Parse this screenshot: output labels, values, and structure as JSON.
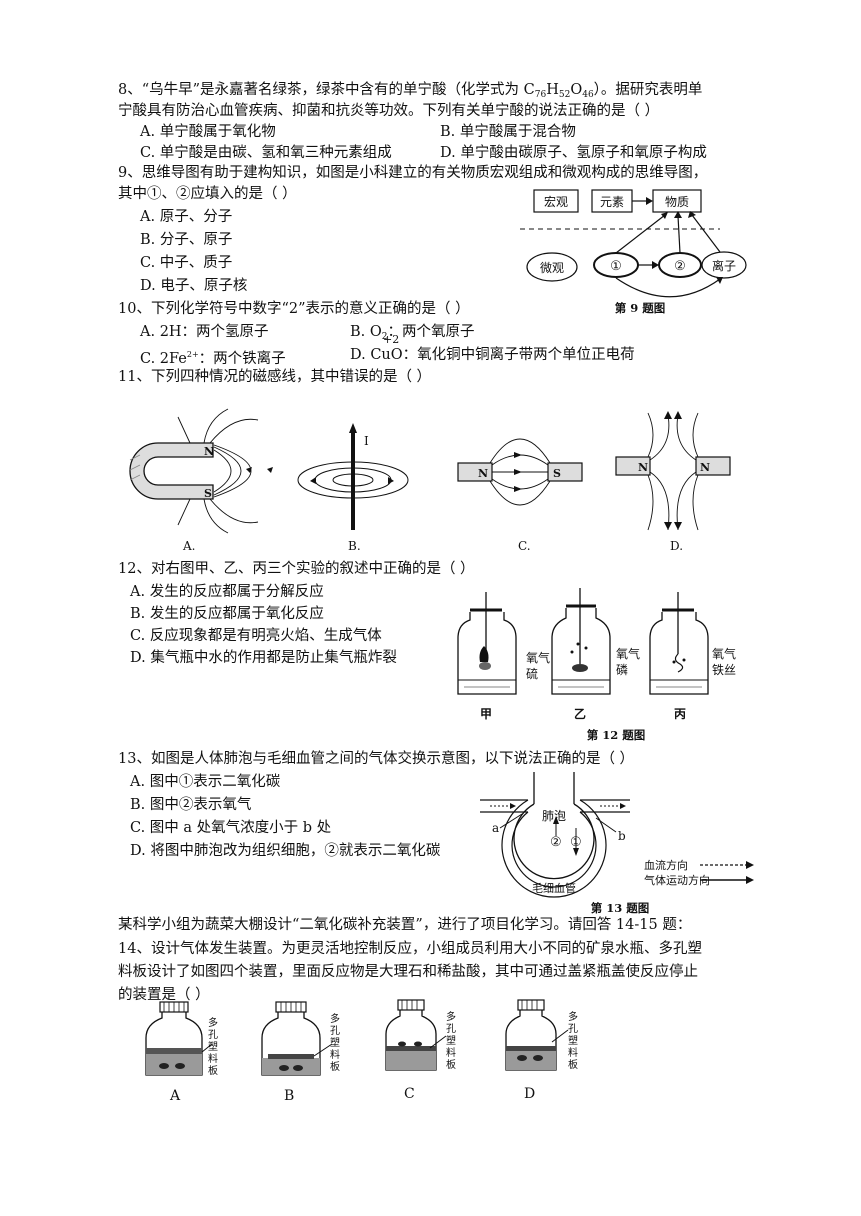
{
  "q8": {
    "line1": "8、“乌牛早”是永嘉著名绿茶，绿茶中含有的单宁酸（化学式为 C",
    "sub1": "76",
    "mid1": "H",
    "sub2": "52",
    "mid2": "O",
    "sub3": "46",
    "tail1": "）。据研究表明单",
    "line2": "宁酸具有防治心血管疾病、抑菌和抗炎等功效。下列有关单宁酸的说法正确的是（    ）",
    "A": "A. 单宁酸属于氧化物",
    "B": "B. 单宁酸属于混合物",
    "C": "C. 单宁酸是由碳、氢和氧三种元素组成",
    "D": "D. 单宁酸由碳原子、氢原子和氧原子构成"
  },
  "q9": {
    "line1": "9、思维导图有助于建构知识，如图是小科建立的有关物质宏观组成和微观构成的思维导图，",
    "line2": "其中①、②应填入的是（    ）",
    "A": "A. 原子、分子",
    "B": "B. 分子、原子",
    "C": "C. 中子、质子",
    "D": "D. 电子、原子核",
    "fig": {
      "macro": "宏观",
      "element": "元素",
      "substance": "物质",
      "micro": "微观",
      "c1": "①",
      "c2": "②",
      "ion": "离子",
      "caption": "第 9 题图"
    }
  },
  "q10": {
    "line1": "10、下列化学符号中数字“2”表示的意义正确的是（    ）",
    "A": "A. 2H：两个氢原子",
    "B_pre": "B. O",
    "B_sub": "2",
    "B_post": "：两个氧原子",
    "C_pre": "C. 2Fe",
    "C_sup": "2+",
    "C_post": "：两个铁离子",
    "D_above": "+2",
    "D": "D. CuO：氧化铜中铜离子带两个单位正电荷"
  },
  "q11": {
    "line1": "11、下列四种情况的磁感线，其中错误的是（    ）",
    "labels": [
      "A.",
      "B.",
      "C.",
      "D."
    ],
    "N": "N",
    "S": "S",
    "I": "I"
  },
  "q12": {
    "line1": "12、对右图甲、乙、丙三个实验的叙述中正确的是（    ）",
    "A": "A. 发生的反应都属于分解反应",
    "B": "B. 发生的反应都属于氧化反应",
    "C": "C. 反应现象都是有明亮火焰、生成气体",
    "D": "D. 集气瓶中水的作用都是防止集气瓶炸裂",
    "fig": {
      "o2": "氧气",
      "s": "硫",
      "p": "磷",
      "fe": "铁丝",
      "jia": "甲",
      "yi": "乙",
      "bing": "丙",
      "caption": "第 12 题图"
    }
  },
  "q13": {
    "line1": "13、如图是人体肺泡与毛细血管之间的气体交换示意图，以下说法正确的是（    ）",
    "A": "A. 图中①表示二氧化碳",
    "B": "B. 图中②表示氧气",
    "C": "C. 图中 a 处氧气浓度小于 b 处",
    "D": "D. 将图中肺泡改为组织细胞，②就表示二氧化碳",
    "fig": {
      "alveolus": "肺泡",
      "a": "a",
      "b": "b",
      "c1": "①",
      "c2": "②",
      "capillary": "毛细血管",
      "blood": "血流方向",
      "gas": "气体运动方向",
      "caption": "第 13 题图"
    }
  },
  "intro": "某科学小组为蔬菜大棚设计“二氧化碳补充装置”，进行了项目化学习。请回答 14-15 题：",
  "q14": {
    "line1": "14、设计气体发生装置。为更灵活地控制反应，小组成员利用大小不同的矿泉水瓶、多孔塑",
    "line2": "料板设计了如图四个装置，里面反应物是大理石和稀盐酸，其中可通过盖紧瓶盖使反应停止",
    "line3": "的装置是（    ）",
    "plate": [
      "多",
      "孔",
      "塑",
      "料",
      "板"
    ],
    "labels": [
      "A",
      "B",
      "C",
      "D"
    ]
  }
}
